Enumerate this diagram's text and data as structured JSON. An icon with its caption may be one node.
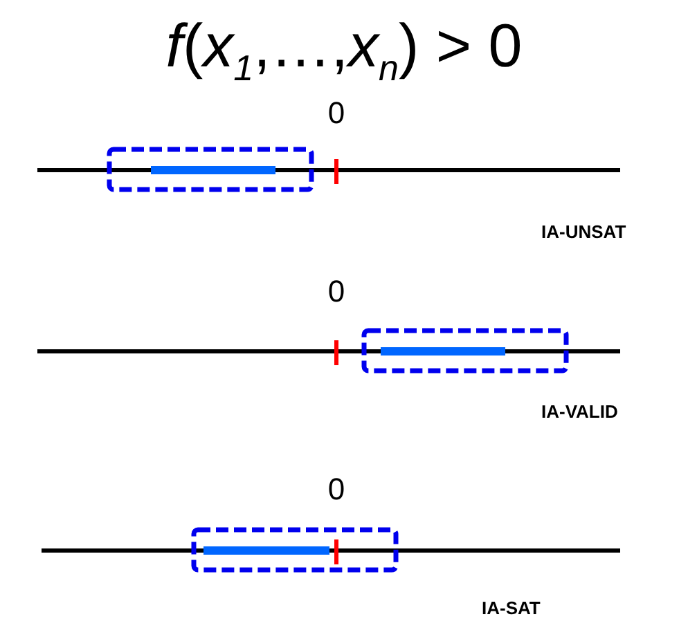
{
  "diagram": {
    "title": "*f*(*x*$_{1}$,…,*x*$_{n}$) > 0",
    "labels": [
      "0",
      "IA-UNSAT",
      "0",
      "IA-VALID",
      "0",
      "IA-SAT"
    ]
  }
}
